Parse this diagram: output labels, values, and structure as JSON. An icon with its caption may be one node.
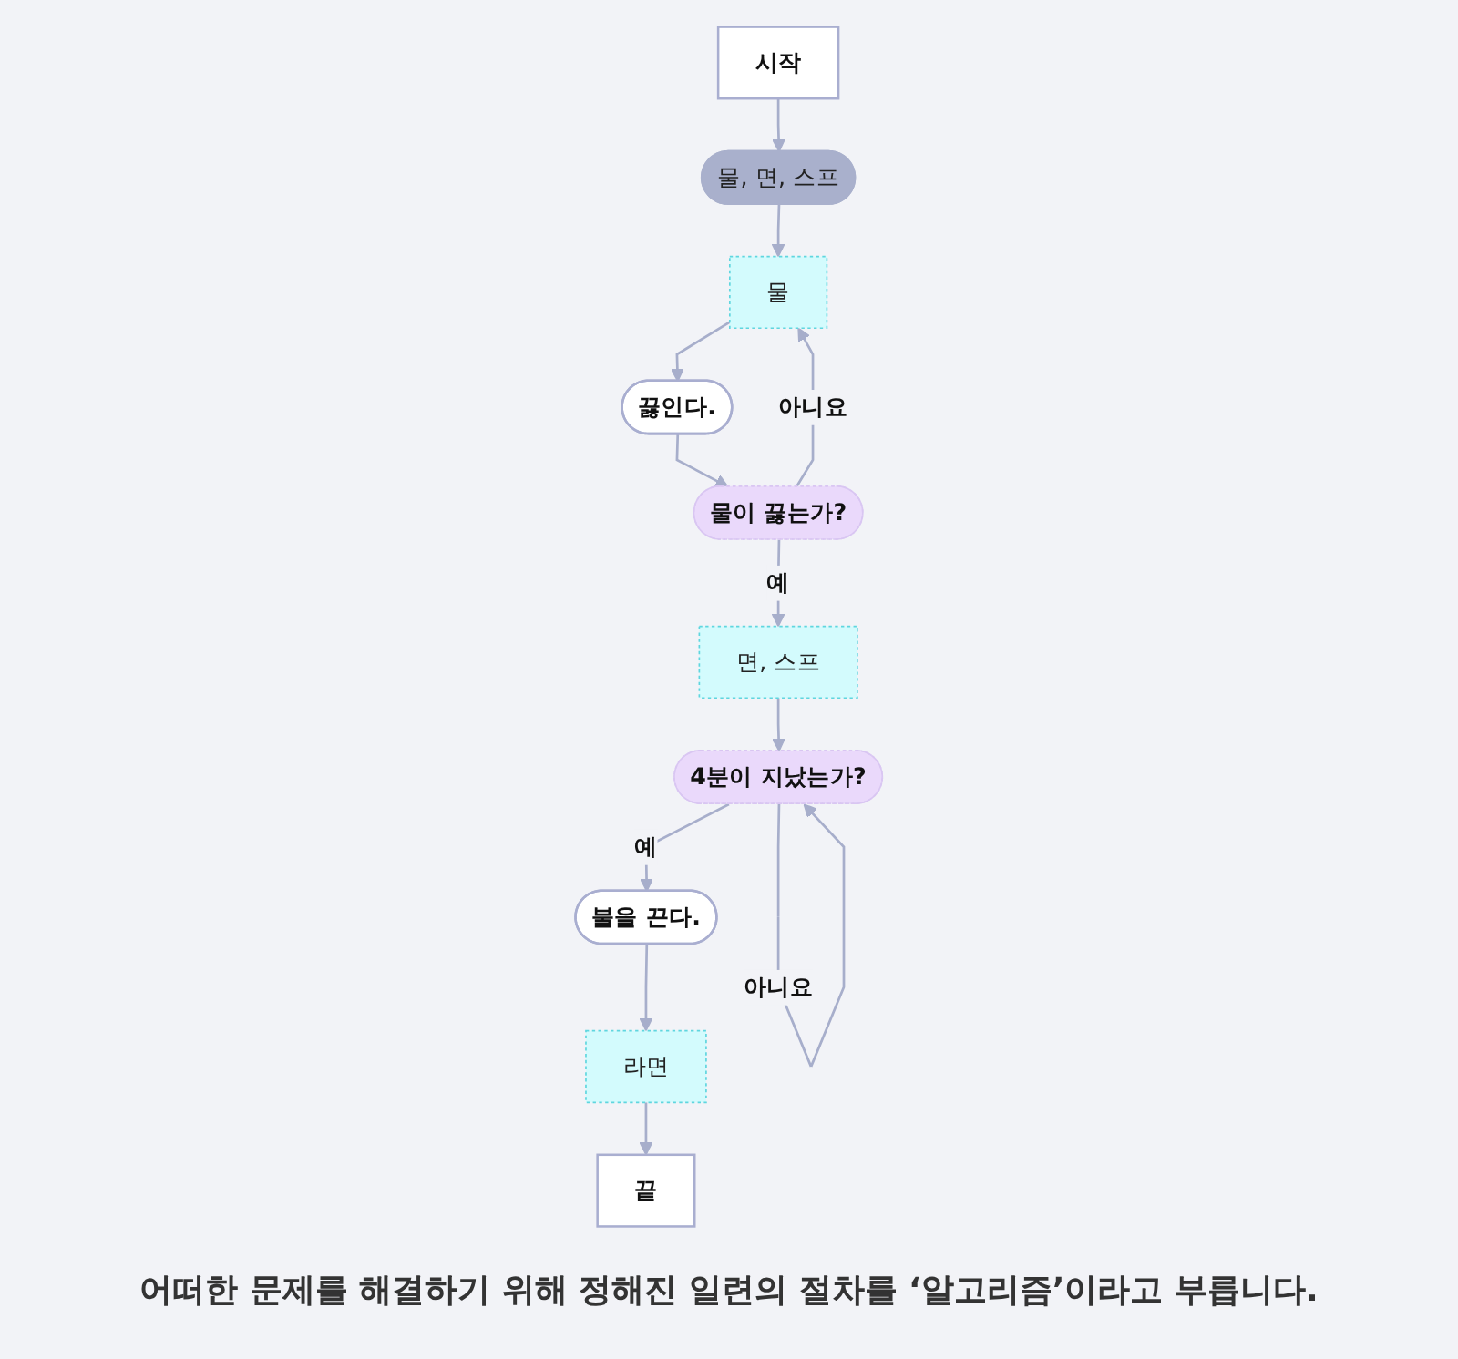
{
  "diagram": {
    "nodes": [
      {
        "text": [
          "시작"
        ]
      },
      {
        "text": [
          "물, 면, 스프"
        ]
      },
      {
        "text": [
          "물"
        ]
      },
      {
        "text": [
          "끓인다."
        ]
      },
      {
        "text": [
          "물이 끓는가?"
        ]
      },
      {
        "text": [
          "면, 스프"
        ]
      },
      {
        "text": [
          "4분이 지났는가?"
        ]
      },
      {
        "text": [
          "불을 끈다."
        ]
      },
      {
        "text": [
          "라면"
        ]
      },
      {
        "text": [
          "끝"
        ]
      }
    ],
    "edges": [
      {
        "from": 0,
        "to": 1,
        "arrow": "to"
      },
      {
        "from": 1,
        "to": 2,
        "arrow": "to"
      },
      {
        "from": 2,
        "to": 3,
        "arrow": "to"
      },
      {
        "from": 3,
        "to": 4,
        "arrow": "to"
      },
      {
        "from": 4,
        "to": 5,
        "arrow": "to",
        "label": "예"
      },
      {
        "from": 4,
        "to": 2,
        "arrow": "to",
        "label": "아니요"
      },
      {
        "from": 5,
        "to": 6,
        "arrow": "to"
      },
      {
        "from": 6,
        "to": 7,
        "arrow": "to",
        "label": "예"
      },
      {
        "from": 6,
        "to": 6,
        "arrow": "to",
        "label": "아니요"
      },
      {
        "from": 7,
        "to": 8,
        "arrow": "to"
      },
      {
        "from": 8,
        "to": 9,
        "arrow": "to"
      }
    ],
    "caption": "어떠한 문제를 해결하기 위해 정해진 일련의 절차를 ‘알고리즘’이라고 부릅니다."
  }
}
